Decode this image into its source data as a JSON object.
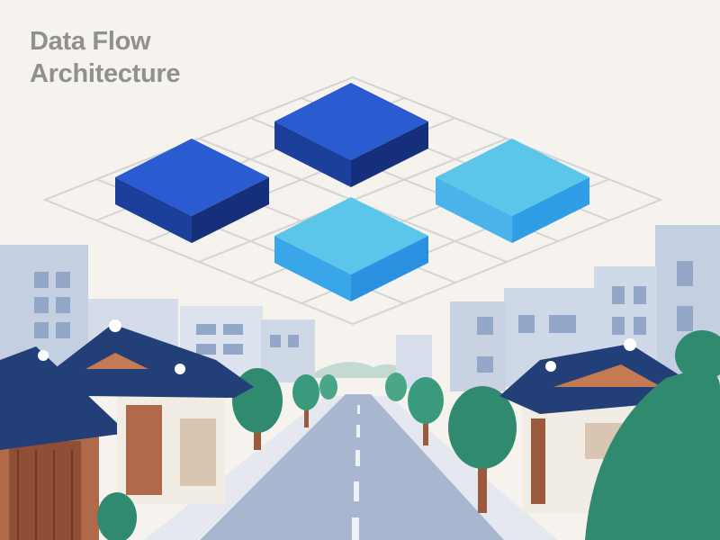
{
  "title": {
    "line1": "Data Flow",
    "line2": "Architecture"
  },
  "colors": {
    "background": "#f6f3ee",
    "title_text": "#8f9091",
    "grid_line": "#d4d4d6",
    "block_dark_top": "#1f4fc4",
    "block_dark_side": "#163a91",
    "block_light_top": "#5cc6ea",
    "block_light_side": "#38a6e6",
    "building": "#c4d0e2",
    "building_window": "#8fa4c6",
    "roof": "#233f78",
    "wood": "#9b5a3e",
    "tree": "#2f8a6f",
    "road": "#a9b6cf"
  },
  "icons": [
    "isometric-grid",
    "data-block-dark",
    "data-block-light",
    "city-building",
    "hanok-roof",
    "tree"
  ]
}
